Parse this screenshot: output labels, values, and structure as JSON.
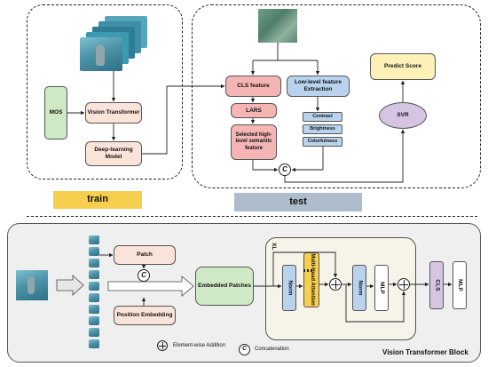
{
  "train": {
    "label": "train",
    "mos": "MOS",
    "vit": "Vision Transformer",
    "dl_model": "Deep-learning Model"
  },
  "test": {
    "label": "test",
    "cls_feature": "CLS feature",
    "lars": "LARS",
    "selected": "Selected high-level semantic feature",
    "low_level": "Low-level feature Extraction",
    "contrast": "Contrast",
    "brightness": "Brightness",
    "colorfulness": "Colorfulness",
    "svr": "SVR",
    "predict": "Predict Score",
    "concat_symbol": "C"
  },
  "vit_block": {
    "title": "Vision Transformer Block",
    "patch": "Patch",
    "position_embedding": "Position Embedding",
    "embedded_patches": "Embedded Patches",
    "xl": "XL",
    "norm1": "Norm",
    "attention": "Multi-Head Attention",
    "norm2": "Norm",
    "mlp1": "MLP",
    "cls": "CLS",
    "mlp2": "MLP",
    "concat_symbol": "C"
  },
  "legend": {
    "addition": "Element-wise Addition",
    "concatenation": "Concatenation",
    "concat_symbol": "C"
  },
  "colors": {
    "peach": "#fae3d9",
    "pink": "#f5b5b5",
    "blue": "#b9d3ef",
    "green": "#cfe8c5",
    "yellow": "#fdf1b8",
    "lavender": "#d6c4e3",
    "train_tag": "#f7cf4f",
    "test_tag": "#aebdcc",
    "vit_panel": "#efefef",
    "transformer_panel": "#f6f3e9"
  }
}
